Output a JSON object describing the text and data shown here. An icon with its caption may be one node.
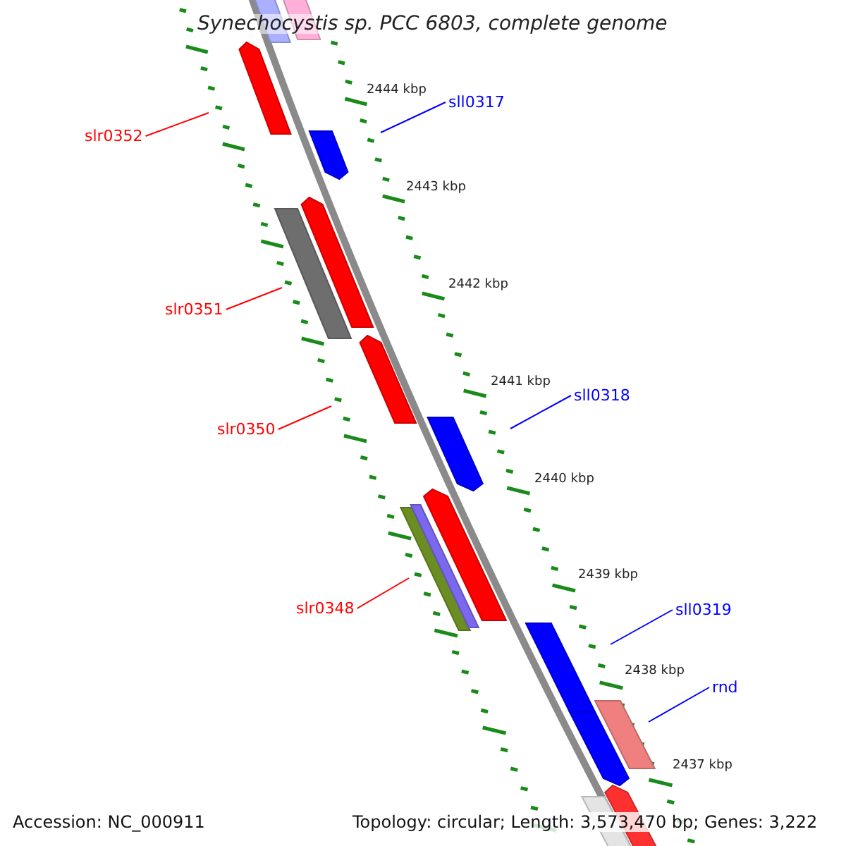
{
  "diagram": {
    "title": "Synechocystis sp. PCC 6803, complete genome",
    "nodes": [
      {
        "text": [
          "slr0352"
        ]
      },
      {
        "text": [
          "sll0317"
        ]
      },
      {
        "text": [
          "slr0351"
        ]
      },
      {
        "text": [
          "slr0350"
        ]
      },
      {
        "text": [
          "sll0318"
        ]
      },
      {
        "text": [
          "slr0348"
        ]
      },
      {
        "text": [
          "sll0319"
        ]
      },
      {
        "text": [
          "rnd"
        ]
      }
    ],
    "edges": [
      {
        "from": 0,
        "to": null,
        "arrow": "none",
        "color": "#ff0000"
      },
      {
        "from": 1,
        "to": null,
        "arrow": "none",
        "color": "#0000ff"
      },
      {
        "from": 2,
        "to": null,
        "arrow": "none",
        "color": "#ff0000"
      },
      {
        "from": 3,
        "to": null,
        "arrow": "none",
        "color": "#ff0000"
      },
      {
        "from": 4,
        "to": null,
        "arrow": "none",
        "color": "#0000ff"
      },
      {
        "from": 5,
        "to": null,
        "arrow": "none",
        "color": "#ff0000"
      },
      {
        "from": 6,
        "to": null,
        "arrow": "none",
        "color": "#0000ff"
      },
      {
        "from": 7,
        "to": null,
        "arrow": "none",
        "color": "#0000ff"
      }
    ],
    "labels": [
      "2444 kbp",
      "2443 kbp",
      "2442 kbp",
      "2441 kbp",
      "2440 kbp",
      "2439 kbp",
      "2438 kbp",
      "2437 kbp",
      "Accession: NC_000911",
      "Topology: circular; Length: 3,573,470 bp; Genes: 3,222"
    ]
  }
}
